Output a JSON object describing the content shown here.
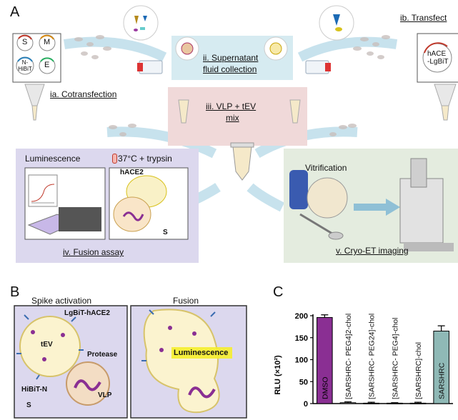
{
  "panel_a": {
    "letter": "A",
    "plasmids": [
      "S",
      "M",
      "N-\nHiBiT",
      "E"
    ],
    "step_ia": "ia. Cotransfection",
    "step_ib": "ib. Transfect",
    "step_ib_plasmid": "hACE\n-LgBiT",
    "step_ii_line1": "ii. Supernatant",
    "step_ii_line2": "fluid collection",
    "step_iii_line1": "iii. VLP + tEV",
    "step_iii_line2": "mix",
    "fusion_box": {
      "luminescence": "Luminescence",
      "temp": "37°C + trypsin",
      "hace2": "hACE2",
      "s": "S",
      "caption": "iv. Fusion assay"
    },
    "cryo_box": {
      "vitrification": "Vitrification",
      "caption": "v. Cryo-ET imaging"
    }
  },
  "panel_b": {
    "letter": "B",
    "left_title": "Spike activation",
    "right_title": "Fusion",
    "lgbit": "LgBiT-hACE2",
    "tev": "tEV",
    "protease": "Protease",
    "hibit": "HiBiT-N",
    "vlp": "VLP",
    "s": "S",
    "luminescence": "Luminescence"
  },
  "panel_c": {
    "letter": "C",
    "chart_data": {
      "type": "bar",
      "ylabel": "RLU (×10²)",
      "ylim": [
        0,
        200
      ],
      "yticks": [
        0,
        50,
        100,
        150,
        200
      ],
      "categories": [
        "DMSO",
        "[SARSHRC- PEG4]2-chol",
        "[SARSHRC- PEG24]-chol",
        "[SARSHRC- PEG4]-chol",
        "[SARSHRC]-chol",
        "SARSHRC"
      ],
      "values": [
        196,
        2,
        1,
        1,
        1,
        165
      ],
      "errors": [
        6,
        2,
        2,
        1,
        2,
        12
      ],
      "colors": [
        "#8a2f93",
        "#ffffff",
        "#ffffff",
        "#ffffff",
        "#ffffff",
        "#8fb9b6"
      ]
    }
  },
  "colors": {
    "fusion_bg": "#dcd8ee",
    "cryo_bg": "#e4ecdf",
    "mix_bg": "#f0d9d9",
    "supernatant_bg": "#d6ebf1",
    "arrow": "#b9dbe8",
    "dmso": "#8a2f93",
    "sars": "#8fb9b6"
  }
}
